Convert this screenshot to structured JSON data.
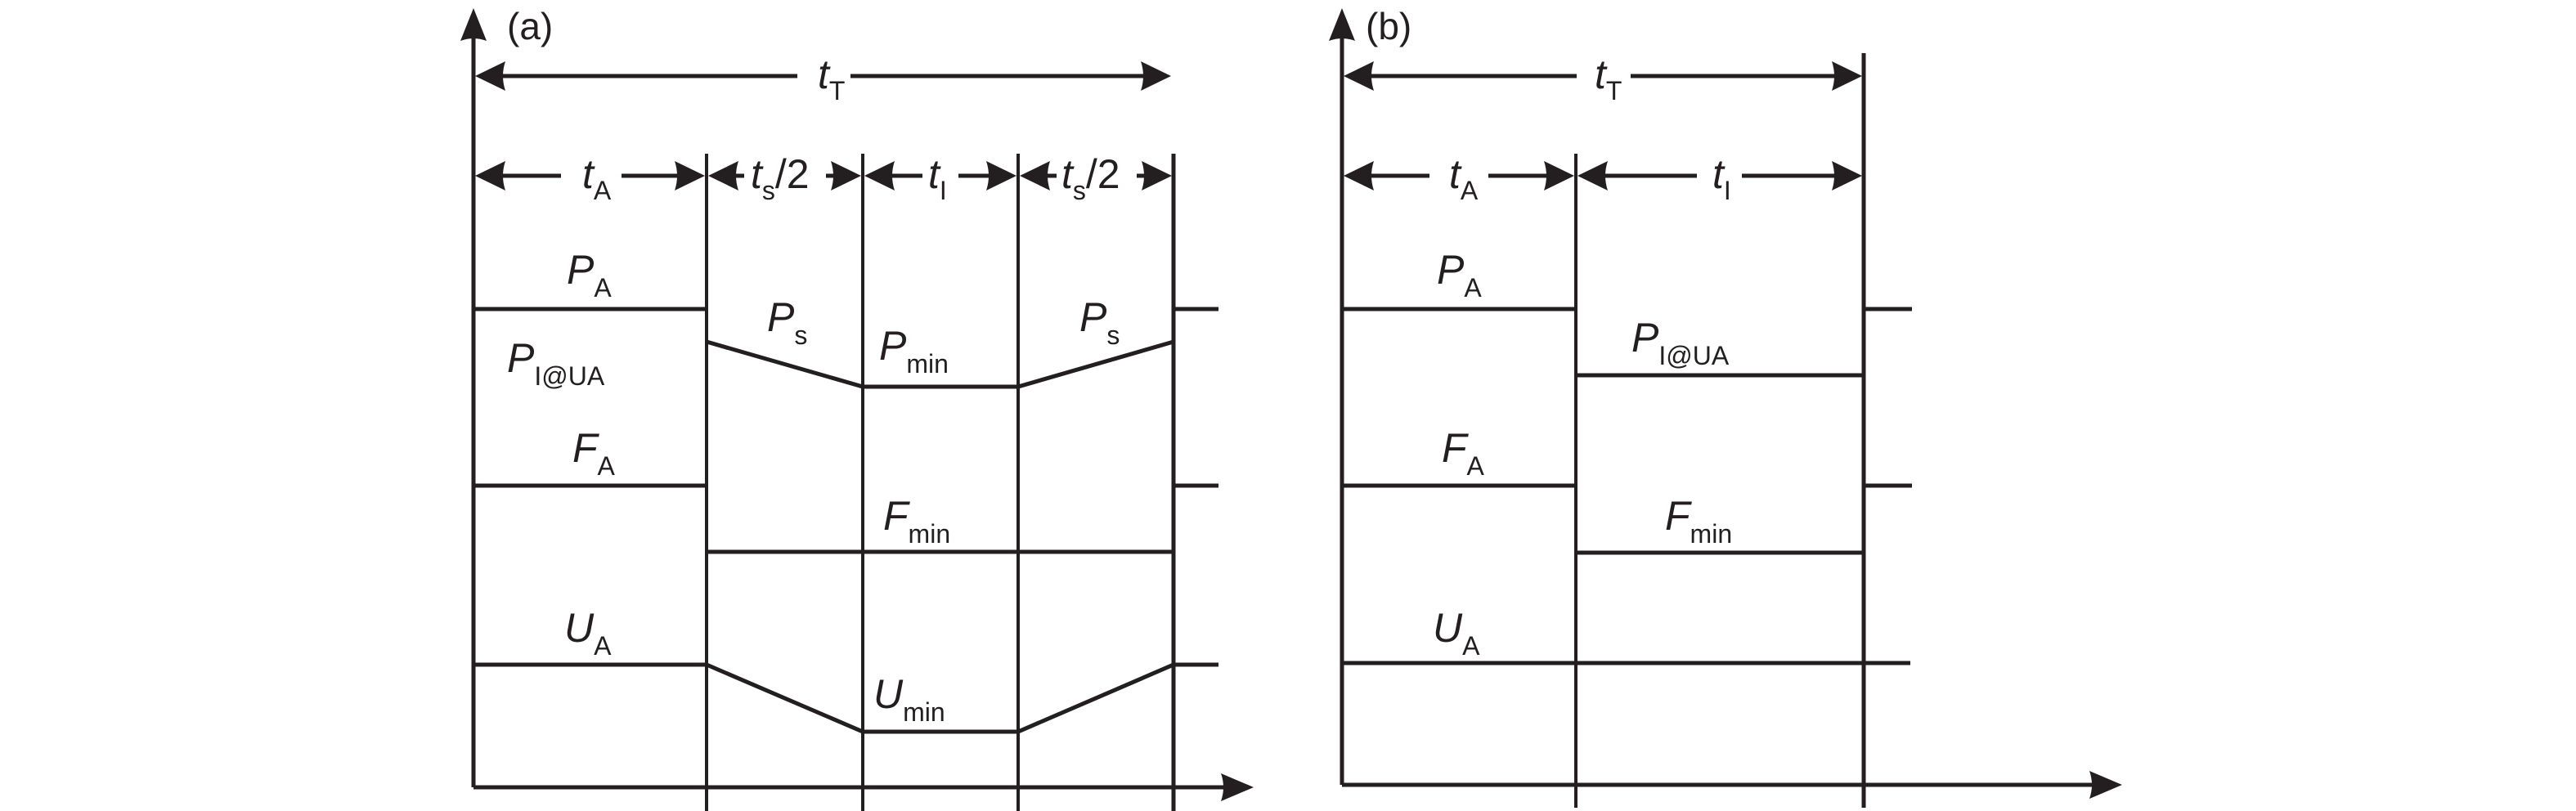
{
  "figure": {
    "panels": [
      {
        "id": "a",
        "panel_label": "(a)",
        "total_interval": {
          "symbol": "t",
          "subscript": "T"
        },
        "intervals": [
          {
            "symbol": "t",
            "subscript": "A",
            "suffix": ""
          },
          {
            "symbol": "t",
            "subscript": "s",
            "suffix": "/2"
          },
          {
            "symbol": "t",
            "subscript": "I",
            "suffix": ""
          },
          {
            "symbol": "t",
            "subscript": "s",
            "suffix": "/2"
          }
        ],
        "labels": {
          "PA": {
            "symbol": "P",
            "subscript": "A"
          },
          "PIatUA": {
            "symbol": "P",
            "subscript": "I@UA"
          },
          "Ps1": {
            "symbol": "P",
            "subscript": "s"
          },
          "Pmin": {
            "symbol": "P",
            "subscript": "min"
          },
          "Ps2": {
            "symbol": "P",
            "subscript": "s"
          },
          "FA": {
            "symbol": "F",
            "subscript": "A"
          },
          "Fmin": {
            "symbol": "F",
            "subscript": "min"
          },
          "UA": {
            "symbol": "U",
            "subscript": "A"
          },
          "Umin": {
            "symbol": "U",
            "subscript": "min"
          }
        }
      },
      {
        "id": "b",
        "panel_label": "(b)",
        "total_interval": {
          "symbol": "t",
          "subscript": "T"
        },
        "intervals": [
          {
            "symbol": "t",
            "subscript": "A",
            "suffix": ""
          },
          {
            "symbol": "t",
            "subscript": "I",
            "suffix": ""
          }
        ],
        "labels": {
          "PA": {
            "symbol": "P",
            "subscript": "A"
          },
          "PIatUA": {
            "symbol": "P",
            "subscript": "I@UA"
          },
          "FA": {
            "symbol": "F",
            "subscript": "A"
          },
          "Fmin": {
            "symbol": "F",
            "subscript": "min"
          },
          "UA": {
            "symbol": "U",
            "subscript": "A"
          }
        }
      }
    ],
    "colors": {
      "ink": "#231f20",
      "background": "#ffffff"
    }
  }
}
